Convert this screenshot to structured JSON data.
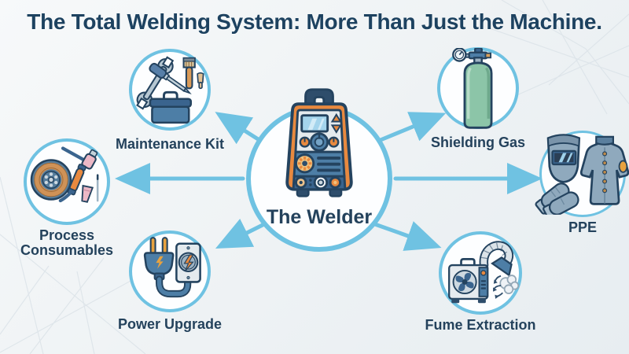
{
  "title": "The Total Welding System: More Than Just the Machine.",
  "hub": {
    "label": "The Welder",
    "icon": "welding-machine-icon"
  },
  "nodes": [
    {
      "id": "maintenance-kit",
      "label": "Maintenance Kit",
      "icon": "maintenance-tools-icon"
    },
    {
      "id": "shielding-gas",
      "label": "Shielding Gas",
      "icon": "gas-cylinder-icon"
    },
    {
      "id": "process-consumables",
      "label": "Process Consumables",
      "icon": "wire-spool-torch-icon"
    },
    {
      "id": "ppe",
      "label": "PPE",
      "icon": "helmet-gloves-jacket-icon"
    },
    {
      "id": "power-upgrade",
      "label": "Power Upgrade",
      "icon": "plug-outlet-icon"
    },
    {
      "id": "fume-extraction",
      "label": "Fume Extraction",
      "icon": "fume-extractor-icon"
    }
  ],
  "arrows": [
    {
      "from": "hub",
      "to": "maintenance-kit"
    },
    {
      "from": "hub",
      "to": "shielding-gas"
    },
    {
      "from": "hub",
      "to": "process-consumables"
    },
    {
      "from": "hub",
      "to": "ppe"
    },
    {
      "from": "hub",
      "to": "power-upgrade"
    },
    {
      "from": "hub",
      "to": "fume-extraction"
    }
  ],
  "colors": {
    "accent": "#6fc2e2",
    "title-color": "#1d4260",
    "label-color": "#24425c",
    "machine-orange": "#e8893f",
    "machine-blue": "#4d7ea6",
    "cylinder-green": "#8cc5a8",
    "outline-navy": "#24435f"
  }
}
